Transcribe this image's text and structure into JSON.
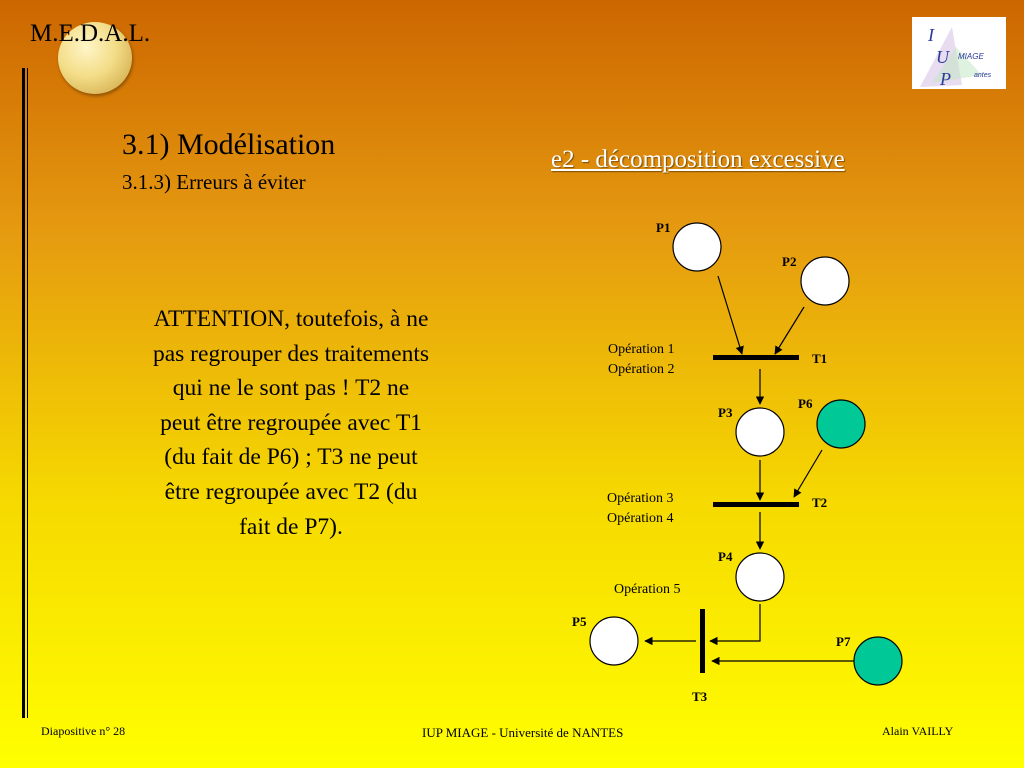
{
  "header": {
    "brand": "M.E.D.A.L.",
    "section_title": "3.1) Modélisation",
    "section_subtitle": "3.1.3) Erreurs à éviter"
  },
  "logo": {
    "letters": [
      "I",
      "U",
      "P"
    ],
    "word1": "MIAGE",
    "word2": "antes"
  },
  "diagram_title": "e2 - décomposition excessive",
  "warning_text": "ATTENTION, toutefois, à ne pas regrouper des traitements qui ne le sont pas ! T2 ne peut être regroupée avec T1 (du fait de P6) ; T3 ne peut être regroupée avec T2 (du fait de P7).",
  "petri": {
    "places": {
      "p1": {
        "label": "P1",
        "color": "#ffffff"
      },
      "p2": {
        "label": "P2",
        "color": "#ffffff"
      },
      "p3": {
        "label": "P3",
        "color": "#ffffff"
      },
      "p4": {
        "label": "P4",
        "color": "#ffffff"
      },
      "p5": {
        "label": "P5",
        "color": "#ffffff"
      },
      "p6": {
        "label": "P6",
        "color": "#00c896"
      },
      "p7": {
        "label": "P7",
        "color": "#00c896"
      }
    },
    "transitions": {
      "t1": "T1",
      "t2": "T2",
      "t3": "T3"
    },
    "operations": {
      "op1": "Opération 1",
      "op2": "Opération 2",
      "op3": "Opération 3",
      "op4": "Opération 4",
      "op5": "Opération 5"
    }
  },
  "footer": {
    "slide_number": "Diapositive n° 28",
    "institution": "IUP MIAGE - Université de NANTES",
    "author": "Alain VAILLY"
  }
}
